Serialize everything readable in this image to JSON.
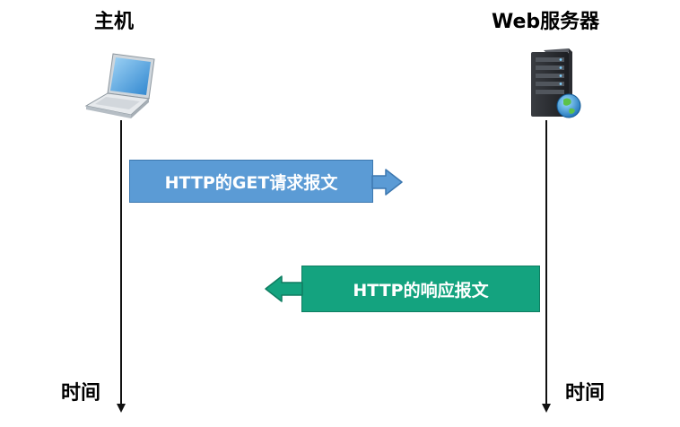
{
  "host": {
    "label": "主机"
  },
  "server": {
    "label": "Web服务器"
  },
  "time_labels": {
    "left": "时间",
    "right": "时间"
  },
  "messages": {
    "request": {
      "text": "HTTP的GET请求报文",
      "color": "#5b9bd5",
      "direction": "right"
    },
    "response": {
      "text": "HTTP的响应报文",
      "color": "#14a37f",
      "direction": "left"
    }
  },
  "icons": {
    "host": "laptop-icon",
    "server": "server-globe-icon"
  }
}
